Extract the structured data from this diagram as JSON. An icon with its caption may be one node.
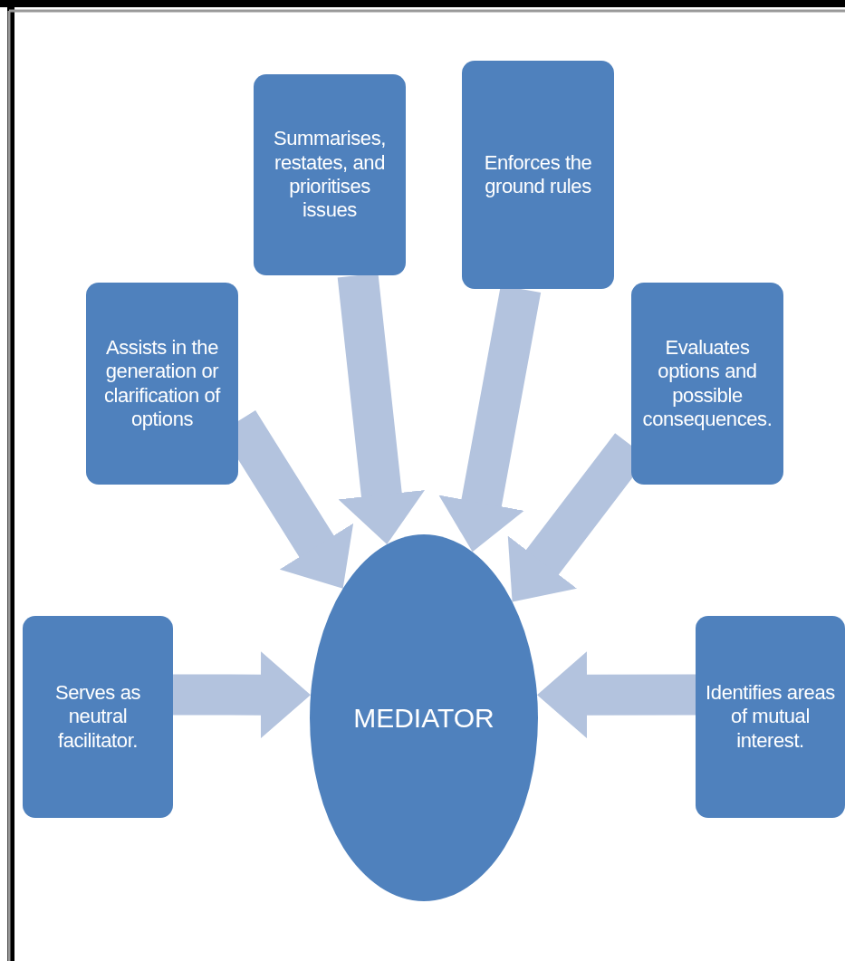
{
  "diagram": {
    "nodes": [
      {
        "text": [
          "Summarises, restates, and prioritises issues"
        ]
      },
      {
        "text": [
          "Enforces the ground rules"
        ]
      },
      {
        "text": [
          "Assists in the generation or clarification of options"
        ]
      },
      {
        "text": [
          "Evaluates options and possible consequences."
        ]
      },
      {
        "text": [
          "Serves as neutral facilitator."
        ]
      },
      {
        "text": [
          "MEDIATOR"
        ]
      },
      {
        "text": [
          "Identifies areas of mutual interest."
        ]
      }
    ],
    "edges": [
      {
        "from": 0,
        "to": 5,
        "arrow": "to"
      },
      {
        "from": 1,
        "to": 5,
        "arrow": "to"
      },
      {
        "from": 2,
        "to": 5,
        "arrow": "to"
      },
      {
        "from": 3,
        "to": 5,
        "arrow": "to"
      },
      {
        "from": 4,
        "to": 5,
        "arrow": "to"
      },
      {
        "from": 6,
        "to": 5,
        "arrow": "to"
      }
    ]
  }
}
